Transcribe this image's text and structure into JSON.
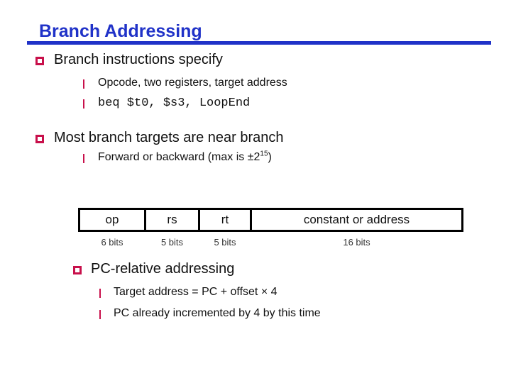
{
  "slide": {
    "title": "Branch Addressing",
    "colors": {
      "title_blue": "#2032c8",
      "bullet_red": "#c8104b",
      "text": "#111111",
      "table_border": "#000000"
    }
  },
  "sections": [
    {
      "heading": "Branch instructions specify",
      "items": [
        {
          "text": "Opcode, two registers, target address"
        },
        {
          "code": "beq $t0, $s3, LoopEnd"
        }
      ]
    },
    {
      "heading": "Most branch targets are near branch",
      "items": [
        {
          "pre": "Forward or backward (max is ±2",
          "sup": "15",
          "post": ")"
        }
      ]
    },
    {
      "heading": "PC-relative addressing",
      "items": [
        {
          "text": "Target address = PC + offset × 4"
        },
        {
          "text": "PC already incremented by 4 by this time"
        }
      ]
    }
  ],
  "format_table": {
    "fields": [
      {
        "name": "op",
        "bits": "6 bits"
      },
      {
        "name": "rs",
        "bits": "5 bits"
      },
      {
        "name": "rt",
        "bits": "5 bits"
      },
      {
        "name": "constant or address",
        "bits": "16 bits"
      }
    ]
  }
}
